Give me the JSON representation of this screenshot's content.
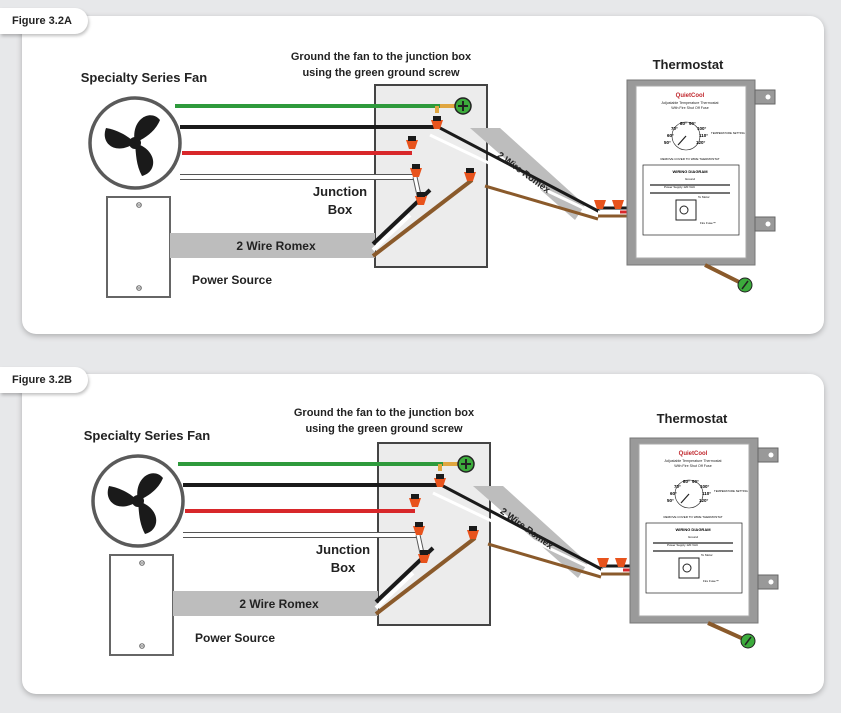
{
  "figures": [
    {
      "tag": "Figure 3.2A",
      "fan_label": "Specialty Series Fan",
      "ground_note_line1": "Ground the fan to the junction box",
      "ground_note_line2": "using the green ground screw",
      "junction_box_line1": "Junction",
      "junction_box_line2": "Box",
      "romex_label": "2 Wire Romex",
      "romex_diag_label": "2 Wire Romex",
      "power_source_label": "Power Source",
      "thermostat_label": "Thermostat",
      "thermostat_face": {
        "brand": "QuietCool",
        "line1": "Adjustable Temperature Thermostat",
        "line2": "With Fire Shut Off Fuse",
        "degrees": [
          "80°",
          "90°",
          "70°",
          "100°",
          "60°",
          "110°",
          "50°",
          "120°"
        ],
        "setting": "TEMPERATURE SETTING",
        "remove": "REMOVE COVER TO WIRE THERMOSTAT",
        "wiring": "WIRING DIAGRAM",
        "ground": "Ground",
        "power": "Power Supply 120 VAC",
        "motor": "To Motor",
        "fuse": "Fire Fuse™"
      }
    },
    {
      "tag": "Figure 3.2B",
      "fan_label": "Specialty Series Fan",
      "ground_note_line1": "Ground the fan to the junction box",
      "ground_note_line2": "using the green ground screw",
      "junction_box_line1": "Junction",
      "junction_box_line2": "Box",
      "romex_label": "2 Wire Romex",
      "romex_diag_label": "2 Wire Romex",
      "power_source_label": "Power Source",
      "thermostat_label": "Thermostat",
      "thermostat_face": {
        "brand": "QuietCool",
        "line1": "Adjustable Temperature Thermostat",
        "line2": "With Fire Shut Off Fuse",
        "degrees": [
          "80°",
          "90°",
          "70°",
          "100°",
          "60°",
          "110°",
          "50°",
          "120°"
        ],
        "setting": "TEMPERATURE SETTING",
        "remove": "REMOVE COVER TO WIRE THERMOSTAT",
        "wiring": "WIRING DIAGRAM",
        "ground": "Ground",
        "power": "Power Supply 120 VAC",
        "motor": "To Motor",
        "fuse": "Fire Fuse™"
      }
    }
  ],
  "colors": {
    "green_wire": "#2e9a3c",
    "black_wire": "#1a1a1a",
    "red_wire": "#d8272a",
    "white_wire": "#ffffff",
    "ground_wire": "#8a5a2b",
    "wire_nut": "#e8531c",
    "romex": "#bdbdbd",
    "ground_screw": "#3cab3c"
  }
}
